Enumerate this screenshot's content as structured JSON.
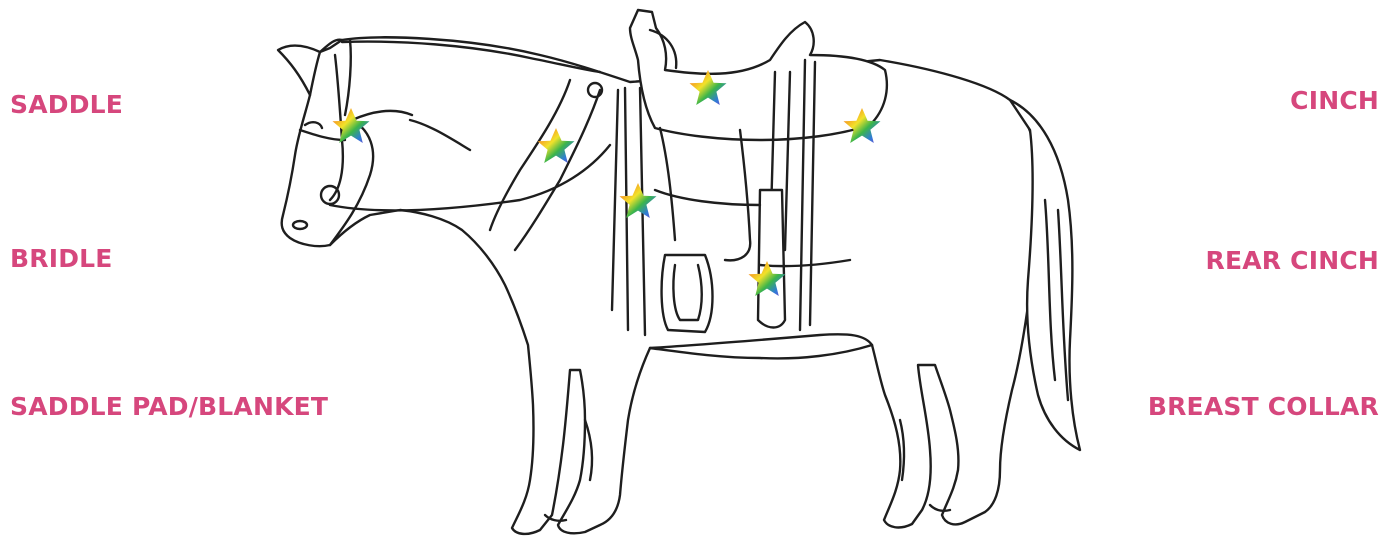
{
  "accent_color": "#d6477d",
  "labels_left": [
    "SADDLE",
    "BRIDLE",
    "SADDLE PAD/BLANKET"
  ],
  "labels_right": [
    "CINCH",
    "REAR CINCH",
    "BREAST COLLAR"
  ],
  "icons": {
    "horse": "horse-line-drawing",
    "marker": "rainbow-star-icon"
  }
}
